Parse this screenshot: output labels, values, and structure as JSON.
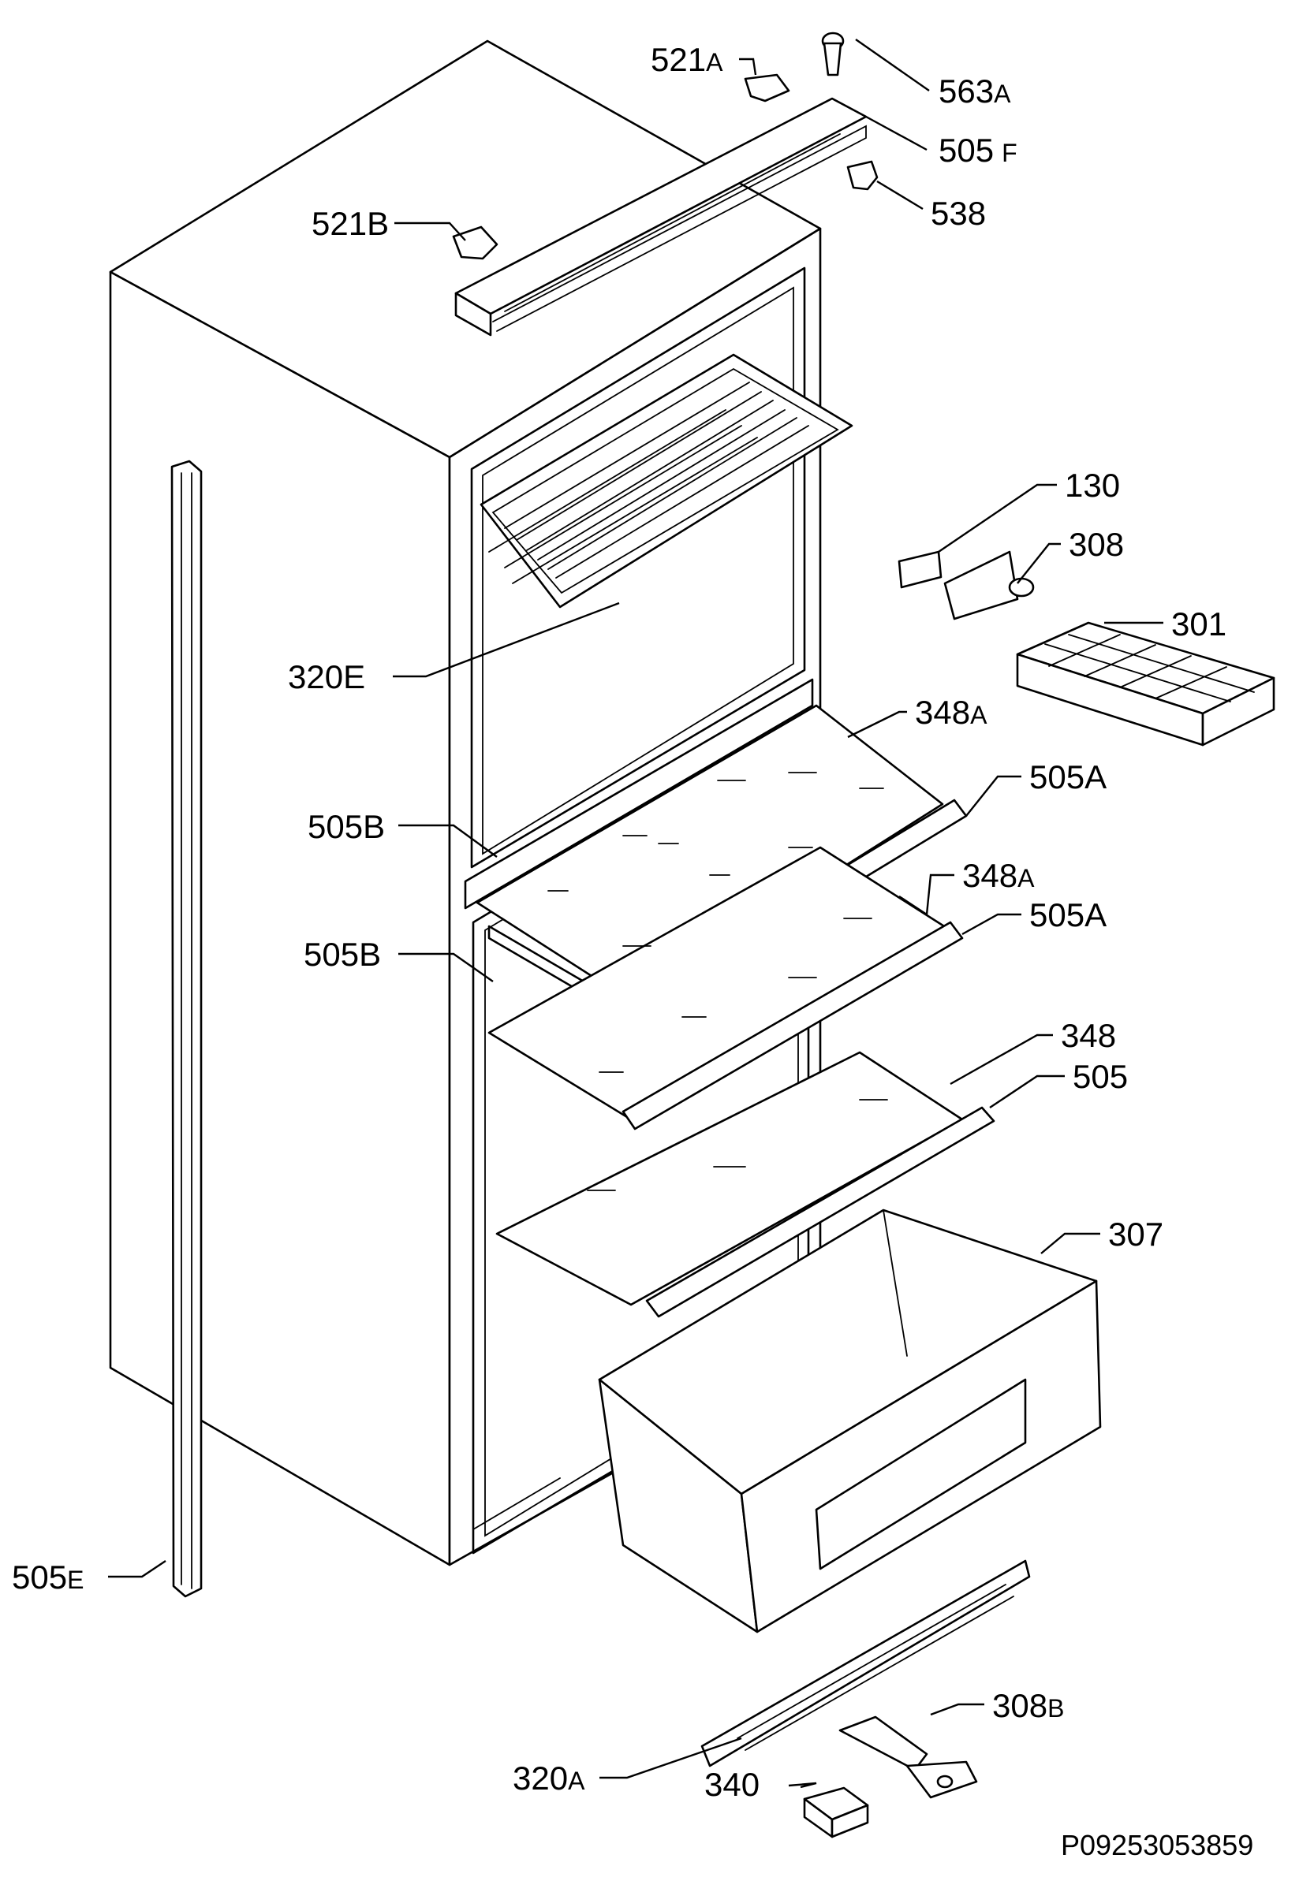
{
  "labels": {
    "l563a": {
      "num": "563",
      "suf": "A"
    },
    "l521a": {
      "num": "521",
      "suf": "A"
    },
    "l505f": {
      "num": "505",
      "suf": "F"
    },
    "l521b": {
      "num": "521B",
      "suf": ""
    },
    "l538": {
      "num": "538",
      "suf": ""
    },
    "l130": {
      "num": "130",
      "suf": ""
    },
    "l308": {
      "num": "308",
      "suf": ""
    },
    "l301": {
      "num": "301",
      "suf": ""
    },
    "l320e": {
      "num": "320E",
      "suf": ""
    },
    "l348a_1": {
      "num": "348",
      "suf": "A"
    },
    "l505a_1": {
      "num": "505A",
      "suf": ""
    },
    "l505b_1": {
      "num": "505B",
      "suf": ""
    },
    "l348a_2": {
      "num": "348",
      "suf": "A"
    },
    "l505a_2": {
      "num": "505A",
      "suf": ""
    },
    "l505b_2": {
      "num": "505B",
      "suf": ""
    },
    "l348": {
      "num": "348",
      "suf": ""
    },
    "l505": {
      "num": "505",
      "suf": ""
    },
    "l307": {
      "num": "307",
      "suf": ""
    },
    "l505e": {
      "num": "505",
      "suf": "E"
    },
    "l308b": {
      "num": "308",
      "suf": "B"
    },
    "l320a": {
      "num": "320",
      "suf": "A"
    },
    "l340": {
      "num": "340",
      "suf": ""
    }
  },
  "drawing_code": "P09253053859"
}
